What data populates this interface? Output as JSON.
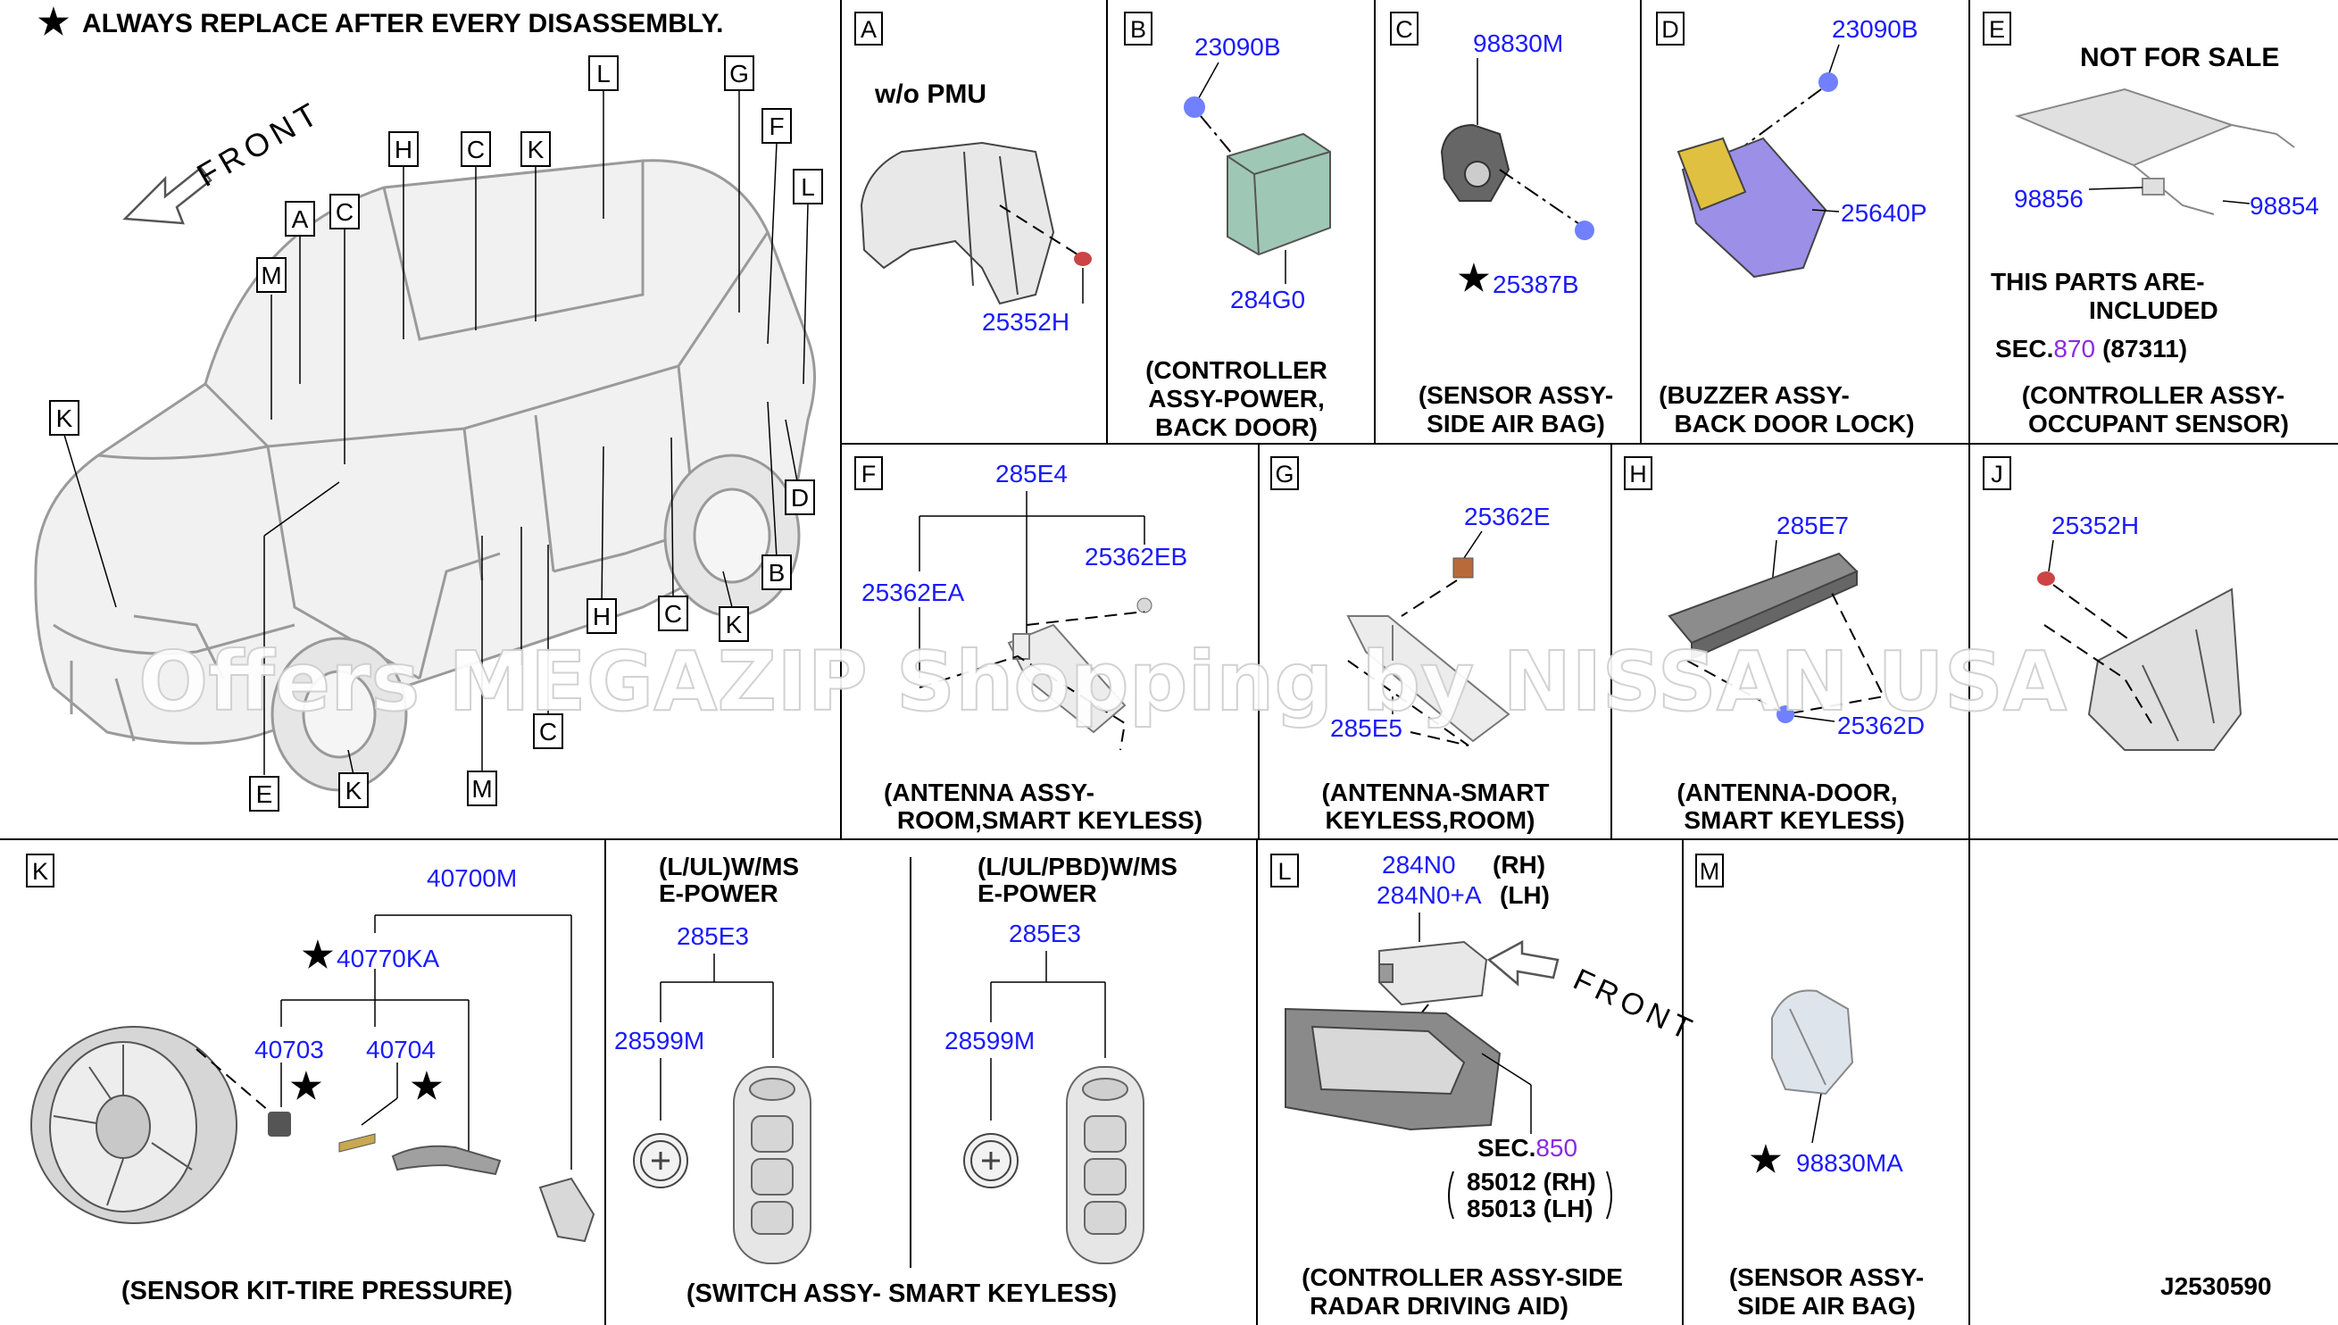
{
  "header": {
    "note": "ALWAYS REPLACE AFTER EVERY DISASSEMBLY."
  },
  "overview": {
    "front_label": "FRONT",
    "letters": [
      "L",
      "G",
      "H",
      "C",
      "K",
      "F",
      "L",
      "A",
      "C",
      "M",
      "K",
      "D",
      "B",
      "H",
      "C",
      "K",
      "E",
      "K",
      "M",
      "C"
    ]
  },
  "watermark": "Offers MEGAZIP Shopping by NISSAN USA",
  "panels": {
    "A": {
      "letter": "A",
      "variant": "w/o PMU",
      "parts": [
        "25352H"
      ]
    },
    "B": {
      "letter": "B",
      "parts": [
        "23090B",
        "284G0"
      ],
      "caption": [
        "(CONTROLLER",
        "ASSY-POWER,",
        "BACK DOOR)"
      ]
    },
    "C": {
      "letter": "C",
      "parts": [
        "98830M",
        "25387B"
      ],
      "caption": [
        "(SENSOR ASSY-",
        "SIDE AIR BAG)"
      ]
    },
    "D": {
      "letter": "D",
      "parts": [
        "23090B",
        "25640P"
      ],
      "caption": [
        "(BUZZER ASSY-",
        "BACK DOOR LOCK)"
      ]
    },
    "E": {
      "letter": "E",
      "notice": "NOT FOR SALE",
      "parts": [
        "98856",
        "98854"
      ],
      "included": [
        "THIS PARTS ARE-",
        "INCLUDED"
      ],
      "sec_prefix": "SEC.",
      "sec": "870",
      "sec_suffix": "(87311)",
      "caption": [
        "(CONTROLLER ASSY-",
        "OCCUPANT SENSOR)"
      ]
    },
    "F": {
      "letter": "F",
      "parts": [
        "285E4",
        "25362EA",
        "25362EB"
      ],
      "caption": [
        "(ANTENNA ASSY-",
        "ROOM,SMART KEYLESS)"
      ]
    },
    "G": {
      "letter": "G",
      "parts": [
        "25362E",
        "285E5"
      ],
      "caption": [
        "(ANTENNA-SMART",
        "KEYLESS,ROOM)"
      ]
    },
    "H": {
      "letter": "H",
      "parts": [
        "285E7",
        "25362D"
      ],
      "caption": [
        "(ANTENNA-DOOR,",
        "SMART KEYLESS)"
      ]
    },
    "J": {
      "letter": "J",
      "parts": [
        "25352H"
      ]
    },
    "K": {
      "letter": "K",
      "parts": [
        "40700M",
        "40770KA",
        "40703",
        "40704"
      ],
      "caption": [
        "(SENSOR KIT-TIRE PRESSURE)"
      ]
    },
    "SW": {
      "left_variant": [
        "(L/UL)W/MS",
        "E-POWER"
      ],
      "right_variant": [
        "(L/UL/PBD)W/MS",
        "E-POWER"
      ],
      "parts": [
        "285E3",
        "28599M"
      ],
      "caption": [
        "(SWITCH ASSY- SMART KEYLESS)"
      ]
    },
    "L": {
      "letter": "L",
      "parts": [
        "284N0",
        "284N0+A"
      ],
      "sides": [
        "(RH)",
        "(LH)"
      ],
      "front_label": "FRONT",
      "sec_prefix": "SEC.",
      "sec": "850",
      "sec_parts": [
        "85012 (RH)",
        "85013 (LH)"
      ],
      "caption": [
        "(CONTROLLER ASSY-SIDE",
        "RADAR DRIVING AID)"
      ]
    },
    "M": {
      "letter": "M",
      "parts": [
        "98830MA"
      ],
      "caption": [
        "(SENSOR ASSY-",
        "SIDE AIR BAG)"
      ]
    }
  },
  "diagram_id": "J2530590",
  "colors": {
    "part_number": "#1a1aff",
    "section_link": "#8a2be2"
  }
}
